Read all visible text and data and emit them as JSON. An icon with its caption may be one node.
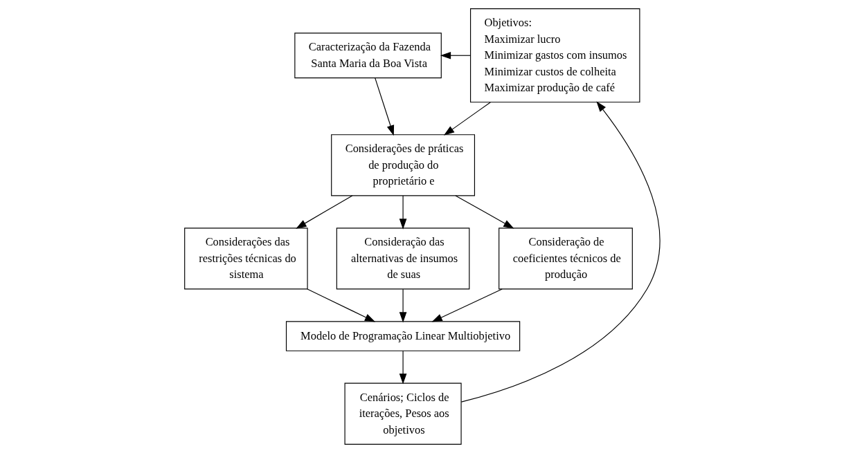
{
  "diagram": {
    "nodes": [
      {
        "text": [
          "Caracterização da Fazenda Santa Maria da Boa Vista"
        ]
      },
      {
        "text": [
          "Objetivos:",
          "Maximizar lucro",
          "Minimizar gastos com insumos",
          "Minimizar custos de colheita",
          "Maximizar produção de café"
        ]
      },
      {
        "text": [
          "Considerações de práticas de produção do proprietário e"
        ]
      },
      {
        "text": [
          "Considerações das restrições técnicas do sistema"
        ]
      },
      {
        "text": [
          "Consideração das alternativas de insumos de suas"
        ]
      },
      {
        "text": [
          "Consideração de coeficientes técnicos de produção"
        ]
      },
      {
        "text": [
          "Modelo de Programação Linear Multiobjetivo"
        ]
      },
      {
        "text": [
          "Cenários; Ciclos de iterações, Pesos aos objetivos"
        ]
      }
    ],
    "edges": [
      {
        "from": 0,
        "to": 2,
        "arrow": "to"
      },
      {
        "from": 1,
        "to": 0,
        "arrow": "to"
      },
      {
        "from": 1,
        "to": 2,
        "arrow": "to"
      },
      {
        "from": 2,
        "to": 3,
        "arrow": "to"
      },
      {
        "from": 2,
        "to": 4,
        "arrow": "to"
      },
      {
        "from": 2,
        "to": 5,
        "arrow": "to"
      },
      {
        "from": 3,
        "to": 6,
        "arrow": "to"
      },
      {
        "from": 4,
        "to": 6,
        "arrow": "to"
      },
      {
        "from": 5,
        "to": 6,
        "arrow": "to"
      },
      {
        "from": 6,
        "to": 7,
        "arrow": "to"
      },
      {
        "from": 7,
        "to": 1,
        "arrow": "to"
      }
    ]
  }
}
